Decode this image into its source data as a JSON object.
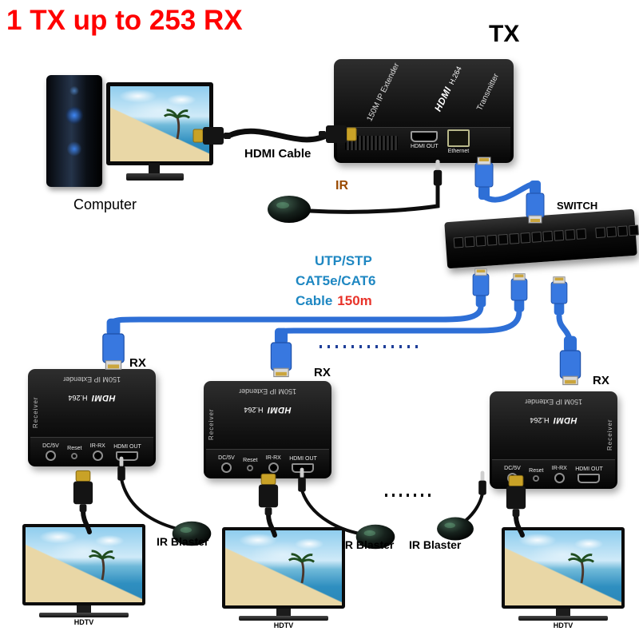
{
  "title": "1 TX up to 253 RX",
  "tx_caption": "TX",
  "computer_label": "Computer",
  "hdmi_cable_label": "HDMI Cable",
  "ir_label": "IR",
  "switch_label": "SWITCH",
  "cable_note": {
    "line1": "UTP/STP",
    "line2": "CAT5e/CAT6",
    "cable_word": "Cable",
    "length": "150m"
  },
  "tx_device": {
    "brand": "HDMI",
    "codec": "H.264",
    "model": "150M IP Extender",
    "role": "Transmitter",
    "port_hdmi": "HDMI OUT",
    "port_ethernet": "Ethernet"
  },
  "rx_units": [
    {
      "caption": "RX",
      "side": "Receiver",
      "model": "150M IP Extender",
      "brand": "HDMI",
      "codec": "H.264",
      "ports": {
        "dc": "DC/5V",
        "reset": "Reset",
        "ir": "IR-RX",
        "hdmi": "HDMI OUT"
      }
    },
    {
      "caption": "RX",
      "side": "Receiver",
      "model": "150M IP Extender",
      "brand": "HDMI",
      "codec": "H.264",
      "ports": {
        "dc": "DC/5V",
        "reset": "Reset",
        "ir": "IR-RX",
        "hdmi": "HDMI OUT"
      }
    },
    {
      "caption": "RX",
      "side": "Receiver",
      "model": "150M IP Extender",
      "brand": "HDMI",
      "codec": "H.264",
      "ports": {
        "dc": "DC/5V",
        "reset": "Reset",
        "ir": "IR-RX",
        "hdmi": "HDMI OUT"
      }
    }
  ],
  "ir_blasters": [
    {
      "label": "IR Blaster"
    },
    {
      "label": "IR Blaster"
    },
    {
      "label": "IR Blaster"
    }
  ],
  "tvs": [
    {
      "label": "HDTV"
    },
    {
      "label": "HDTV"
    },
    {
      "label": "HDTV"
    }
  ],
  "colors": {
    "title_red": "#ff0000",
    "cable_blue": "#2e6fd6",
    "note_blue": "#1e87c2",
    "note_red": "#e8332a",
    "ir_text": "#9a4a00"
  }
}
